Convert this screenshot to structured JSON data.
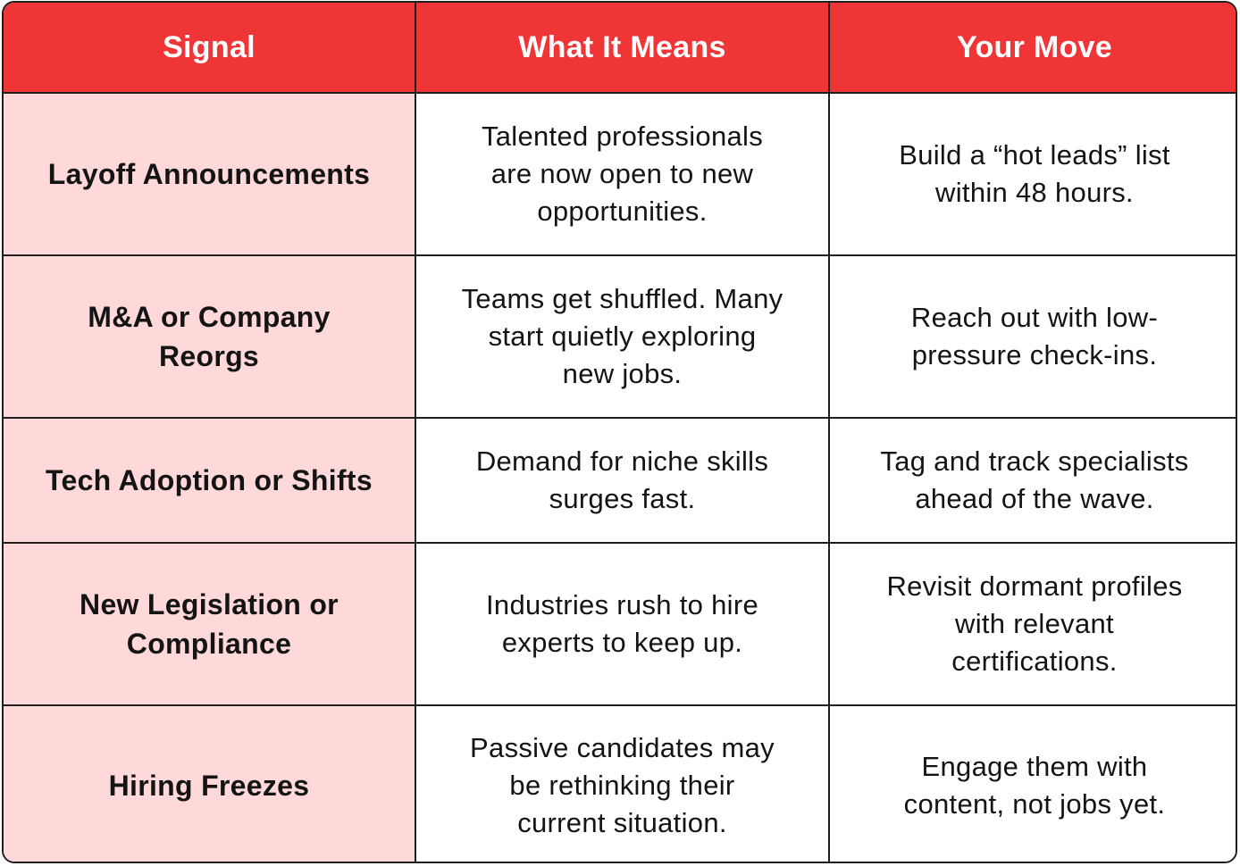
{
  "table": {
    "headers": [
      "Signal",
      "What It Means",
      "Your Move"
    ],
    "rows": [
      {
        "signal": "Layoff Announcements",
        "meaning": "Talented professionals\nare now open to new\nopportunities.",
        "move": "Build a “hot leads” list\nwithin 48 hours."
      },
      {
        "signal": "M&A or Company\nReorgs",
        "meaning": "Teams get shuffled. Many\nstart quietly exploring\nnew jobs.",
        "move": "Reach out with low-\npressure check-ins."
      },
      {
        "signal": "Tech Adoption or Shifts",
        "meaning": "Demand for niche skills\nsurges fast.",
        "move": "Tag and track specialists\nahead of the wave."
      },
      {
        "signal": "New Legislation or\nCompliance",
        "meaning": "Industries rush to hire\nexperts to keep up.",
        "move": "Revisit dormant profiles\nwith relevant\ncertifications."
      },
      {
        "signal": "Hiring Freezes",
        "meaning": "Passive candidates may\nbe rethinking their\ncurrent situation.",
        "move": "Engage them with\ncontent, not jobs yet."
      }
    ]
  }
}
